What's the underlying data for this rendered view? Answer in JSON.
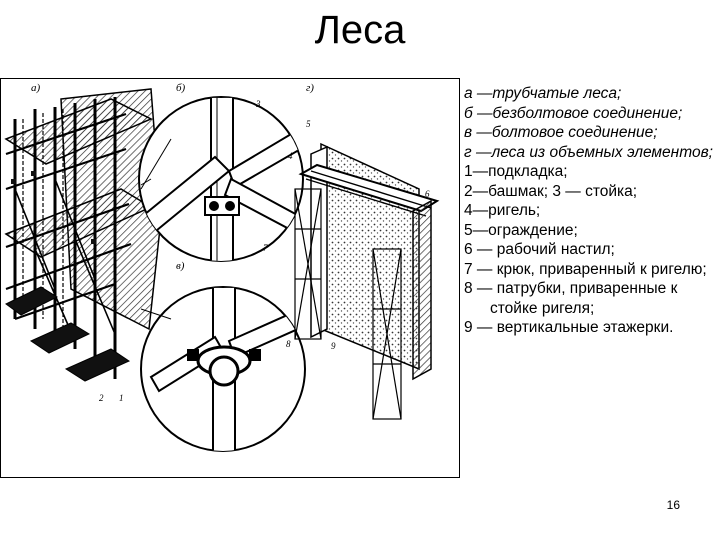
{
  "title": "Леса",
  "figure": {
    "panel_letters": [
      "а)",
      "б)",
      "в)",
      "г)"
    ],
    "callouts": [
      "1",
      "2",
      "3",
      "4",
      "5",
      "6",
      "7",
      "8",
      "9"
    ]
  },
  "legend": [
    "а —трубчатые леса;",
    "б —безболтовое соединение;",
    "в —болтовое соединение;",
    "г —леса из объемных элементов;",
    "1—подкладка;",
    "2—башмак; 3 — стойка;",
    "4—ригель;",
    "5—ограждение;",
    "6 — рабочий настил;",
    "7 — крюк, приваренный к ригелю;",
    "8 — патрубки, приваренные к стойке ригеля;",
    "9 — вертикальные этажерки."
  ],
  "page_number": "16"
}
